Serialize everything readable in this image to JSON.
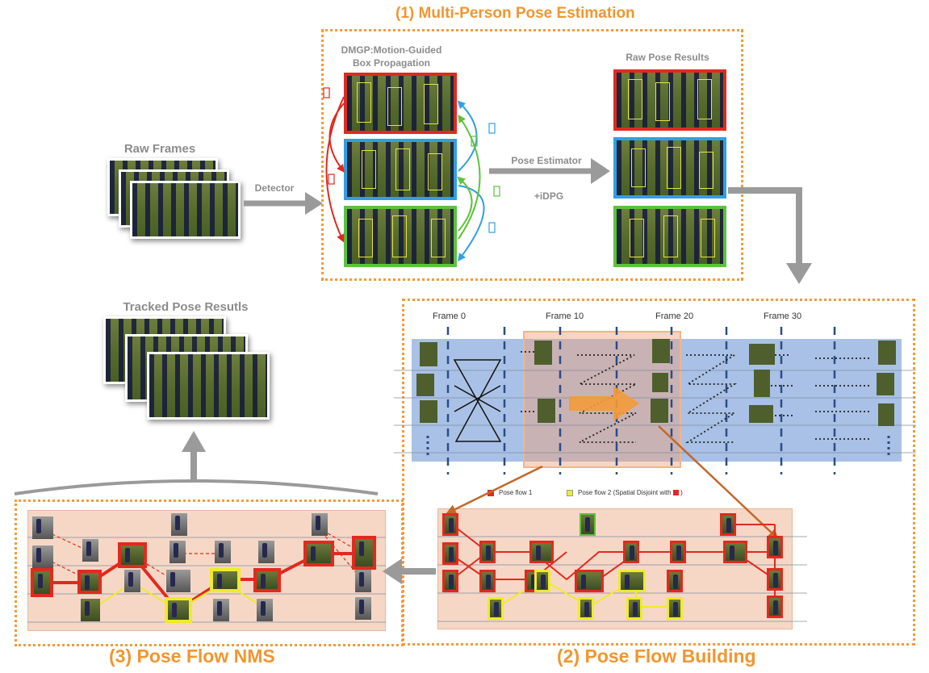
{
  "titles": {
    "section1": "(1) Multi-Person Pose Estimation",
    "section2": "(2) Pose Flow Building",
    "section3": "(3) Pose Flow NMS"
  },
  "labels": {
    "raw_frames": "Raw Frames",
    "detector": "Detector",
    "dmgp_line1": "DMGP:Motion-Guided",
    "dmgp_line2": "Box Propagation",
    "pose_estimator": "Pose Estimator",
    "idpg": "+iDPG",
    "raw_pose_results": "Raw Pose Results",
    "tracked_pose_results": "Tracked Pose Resutls"
  },
  "frames": {
    "f0": "Frame 0",
    "f10": "Frame 10",
    "f20": "Frame 20",
    "f30": "Frame 30"
  },
  "legend": {
    "flow1": "Pose flow 1",
    "flow2": "Pose flow 2 (Spatial Disjoint with"
  },
  "colors": {
    "accent_orange": "#f0962f",
    "frame_red": "#e02a1f",
    "frame_blue": "#2f9fe6",
    "frame_green": "#5cc23c",
    "flow_yellow": "#f1ea2a",
    "arrow_gray": "#9a9a9a",
    "band_blue": "#a9c1e6",
    "panel_peach": "#f6d7c6"
  }
}
